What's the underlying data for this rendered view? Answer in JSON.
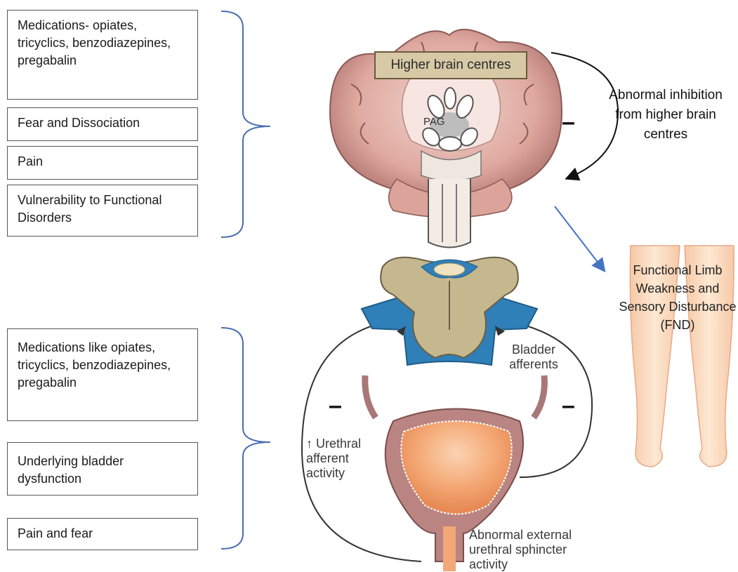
{
  "top_factors": [
    "Medications- opiates, tricyclics, benzodiazepines, pregabalin",
    "Fear and Dissociation",
    "Pain",
    "Vulnerability to Functional Disorders"
  ],
  "bottom_factors": [
    "Medications like opiates, tricyclics, benzodiazepines, pregabalin",
    "Underlying bladder dysfunction",
    "Pain and fear"
  ],
  "labels": {
    "higher_brain_centres": "Higher brain centres",
    "pag": "PAG",
    "abnormal_inhibition": "Abnormal inhibition from higher brain centres",
    "functional_limb": "Functional Limb Weakness and Sensory Disturbance (FND)",
    "bladder_afferents": "Bladder afferents",
    "urethral_afferent": "↑ Urethral afferent activity",
    "sphincter": "Abnormal external urethral sphincter activity",
    "minus": "–"
  }
}
